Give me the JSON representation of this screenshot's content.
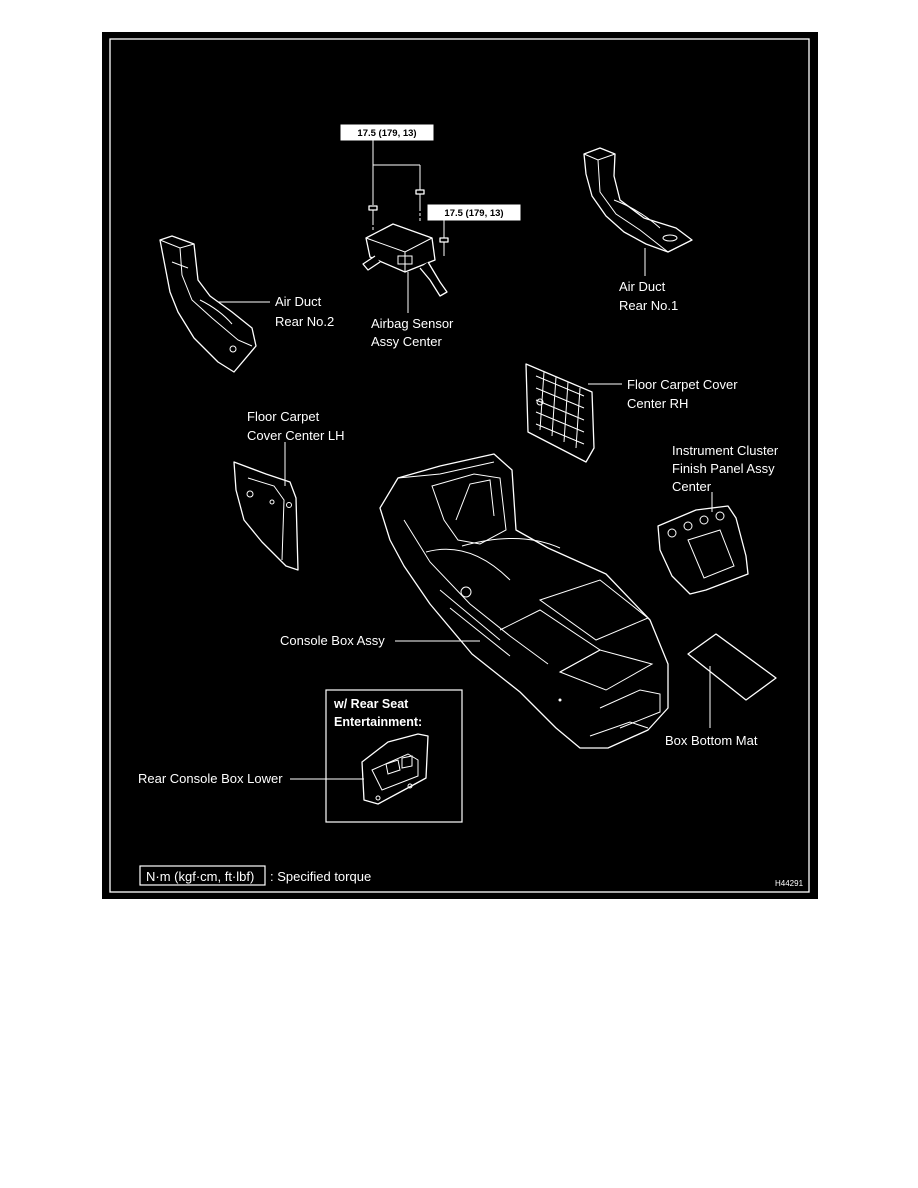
{
  "torque": {
    "value_1": "17.5 (179, 13)",
    "value_2": "17.5 (179, 13)"
  },
  "labels": {
    "air_duct_rear_no2": [
      "Air Duct",
      "Rear No.2"
    ],
    "airbag_sensor": [
      "Airbag Sensor",
      "Assy Center"
    ],
    "air_duct_rear_no1": [
      "Air Duct",
      "Rear No.1"
    ],
    "floor_carpet_rh": [
      "Floor Carpet Cover",
      "Center RH"
    ],
    "floor_carpet_lh": [
      "Floor Carpet",
      "Cover Center LH"
    ],
    "instrument_cluster": [
      "Instrument Cluster",
      "Finish Panel Assy",
      "Center"
    ],
    "console_box": "Console Box Assy",
    "box_bottom_mat": "Box Bottom Mat",
    "rear_console_lower": "Rear Console Box Lower"
  },
  "rse_box": {
    "title": [
      "w/ Rear Seat",
      "Entertainment:"
    ]
  },
  "legend": {
    "unit": "N·m (kgf·cm, ft·lbf)",
    "description": ": Specified torque"
  },
  "figure_code": "H44291",
  "colors": {
    "background": "#000000",
    "foreground": "#ffffff",
    "page": "#ffffff"
  }
}
